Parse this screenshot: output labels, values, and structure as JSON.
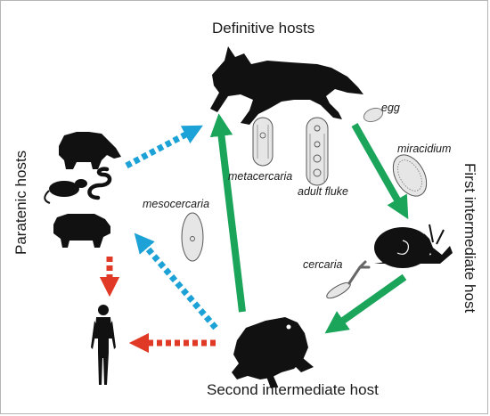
{
  "labels": {
    "definitive": "Definitive hosts",
    "first": "First intermediate host",
    "second": "Second intermediate host",
    "paratenic": "Paratenic hosts"
  },
  "stages": {
    "egg": "egg",
    "miracidium": "miracidium",
    "cercaria": "cercaria",
    "metacercaria": "metacercaria",
    "adult": "adult fluke",
    "mesocercaria": "mesocercaria"
  },
  "colors": {
    "green_arrow": "#1aa55a",
    "blue_arrow": "#1ca2d6",
    "red_arrow": "#e03a26",
    "silhouette": "#111111"
  },
  "icons": [
    "fox-icon",
    "snail-icon",
    "frog-icon",
    "boar-icon",
    "rat-icon",
    "snake-icon",
    "pig-icon",
    "human-icon",
    "egg-icon",
    "miracidium-icon",
    "cercaria-icon",
    "metacercaria-icon",
    "adult-fluke-icon",
    "mesocercaria-icon"
  ]
}
